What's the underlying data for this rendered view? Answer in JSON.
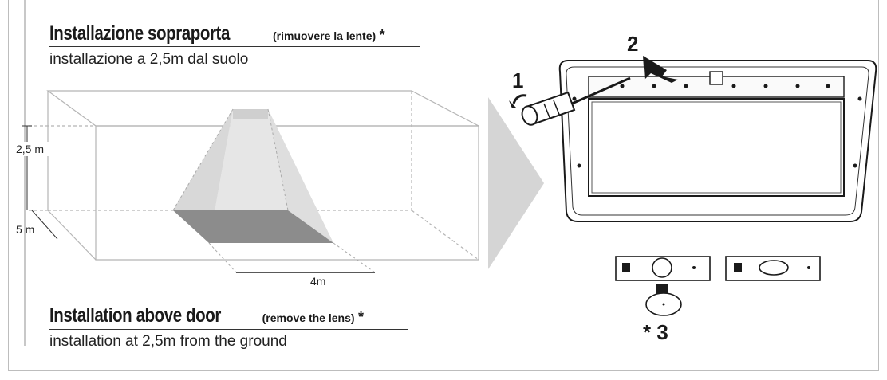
{
  "italian": {
    "title": "Installazione sopraporta",
    "note": "(rimuovere la lente)",
    "asterisk": "*",
    "subtitle": "installazione a 2,5m dal suolo"
  },
  "english": {
    "title": "Installation above door",
    "note": "(remove the lens)",
    "asterisk": "*",
    "subtitle": "installation at 2,5m from the ground"
  },
  "diagram": {
    "height_label": "2,5 m",
    "depth_label": "5 m",
    "width_label": "4m"
  },
  "steps": {
    "step1": "1",
    "step2": "2",
    "step3": "* 3"
  }
}
